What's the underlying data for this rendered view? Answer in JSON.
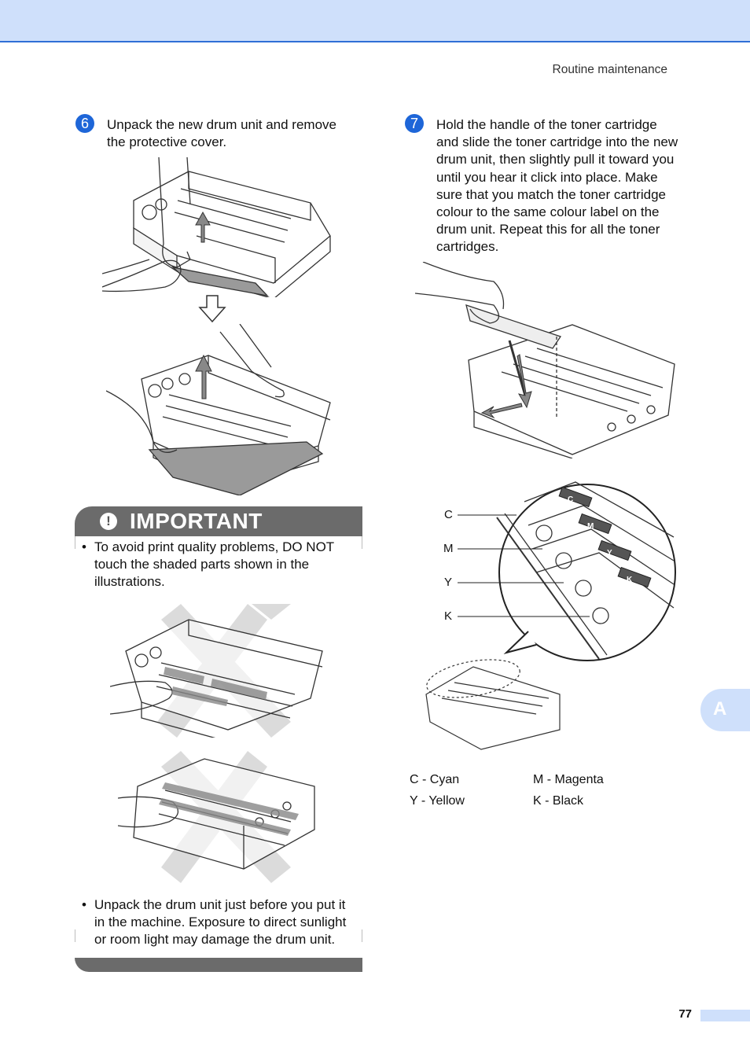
{
  "header": {
    "running_head": "Routine maintenance"
  },
  "step6": {
    "number": "6",
    "lines": [
      "Unpack the new drum unit and remove",
      "the protective cover."
    ]
  },
  "step7": {
    "number": "7",
    "lines": [
      "Hold the handle of the toner cartridge",
      "and slide the toner cartridge into the new",
      "drum unit, then slightly pull it toward you",
      "until you hear it click into place. Make",
      "sure that you match the toner cartridge",
      "colour to the same colour label on the",
      "drum unit. Repeat this for all the toner",
      "cartridges."
    ]
  },
  "important": {
    "icon": "!",
    "title": "IMPORTANT",
    "bullet1": [
      "To avoid print quality problems, DO NOT",
      "touch the shaded parts shown in the",
      "illustrations."
    ],
    "bullet2": [
      "Unpack the drum unit just before you put it",
      "in the machine. Exposure to direct sunlight",
      "or room light may damage the drum unit."
    ]
  },
  "callouts": [
    "C",
    "M",
    "Y",
    "K"
  ],
  "cartridge_labels": [
    "C",
    "M",
    "Y",
    "K"
  ],
  "legend": {
    "c": "C - Cyan",
    "m": "M - Magenta",
    "y": "Y - Yellow",
    "k": "K - Black"
  },
  "appendix_tab": "A",
  "footer": {
    "page_number": "77"
  },
  "colors": {
    "accent_blue": "#1e66d8",
    "band_blue": "#cfe0fb",
    "important_gray": "#6b6b6b"
  },
  "icons": {
    "bullet": "•",
    "arrow_down": "down-arrow-icon"
  }
}
